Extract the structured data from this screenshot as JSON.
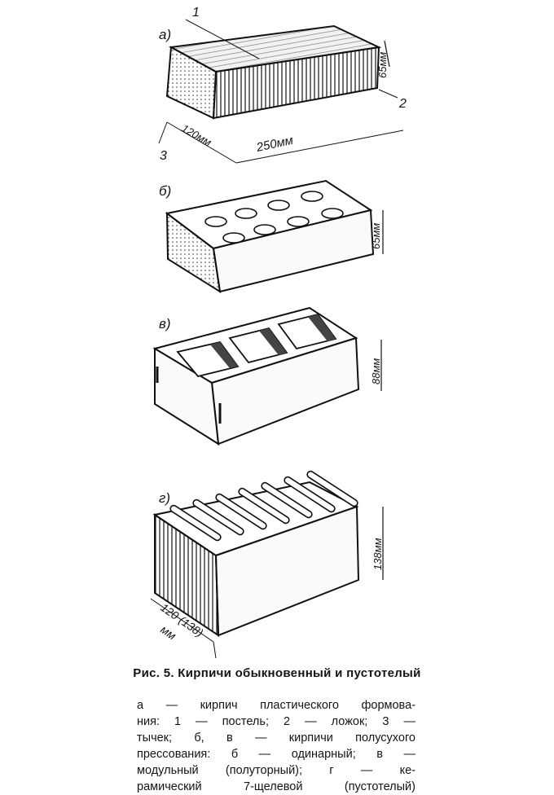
{
  "figure": {
    "panels": [
      {
        "letter": "а)",
        "dims": [
          "65мм",
          "250мм",
          "120мм"
        ],
        "markers": [
          "1",
          "2",
          "3"
        ]
      },
      {
        "letter": "б)",
        "dims": [
          "65мм"
        ]
      },
      {
        "letter": "в)",
        "dims": [
          "88мм"
        ]
      },
      {
        "letter": "г)",
        "dims": [
          "138мм",
          "120 (138)",
          "мм"
        ]
      }
    ]
  },
  "caption": {
    "title": "Рис. 5. Кирпичи обыкновенный и пустотелый",
    "lines": [
      "а — кирпич пластического формова-",
      "ния: 1 — постель; 2 — ложок; 3 —",
      "тычек; б, в — кирпичи полусухого",
      "прессования: б — одинарный; в —",
      "модульный (полуторный); г — ке-",
      "рамический 7-щелевой (пустотелый)"
    ]
  }
}
